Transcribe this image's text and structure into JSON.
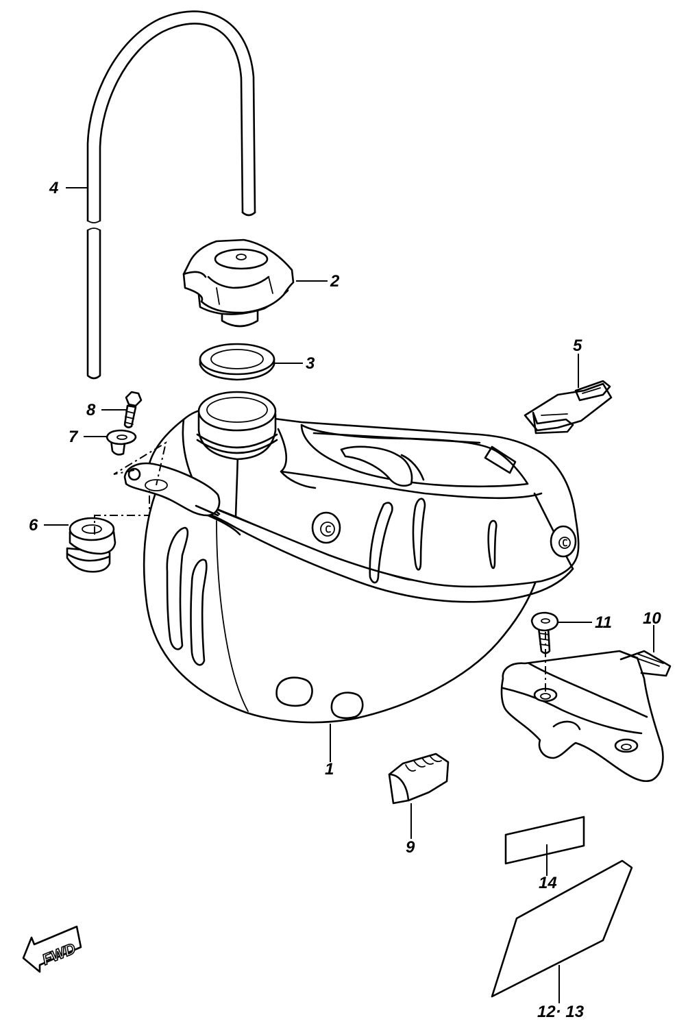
{
  "callouts": {
    "tank": "1",
    "cap": "2",
    "gasket": "3",
    "breather_hose": "4",
    "strap": "5",
    "cushion": "6",
    "collar": "7",
    "bolt": "8",
    "pad": "9",
    "bracket": "10",
    "bracket_bolt": "11",
    "decal_large": "12· 13",
    "decal_small": "14"
  },
  "direction": {
    "label": "FWD"
  }
}
